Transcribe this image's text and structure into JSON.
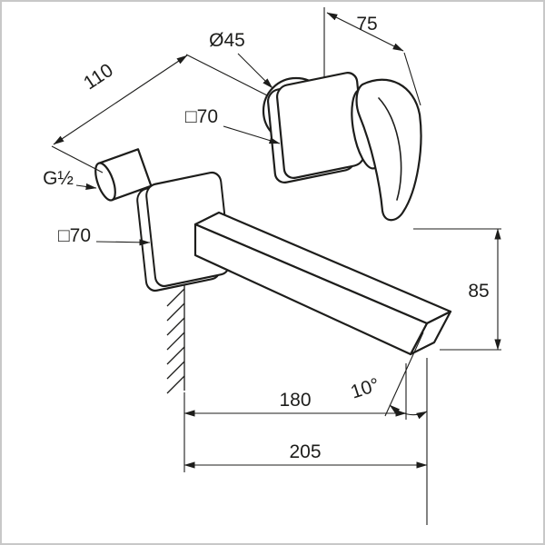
{
  "colors": {
    "ink": "#1d1d1b",
    "border": "#c8c8c8",
    "paper": "#ffffff"
  },
  "dimensions": {
    "escutcheon_diameter": "Ø45",
    "projection_depth": "75",
    "connection_spacing": "110",
    "upper_plate_size": "□70",
    "thread_size": "G½",
    "lower_plate_size": "□70",
    "height_offset": "85",
    "spout_angle": "10°",
    "spout_reach": "180",
    "overall_reach": "205"
  }
}
